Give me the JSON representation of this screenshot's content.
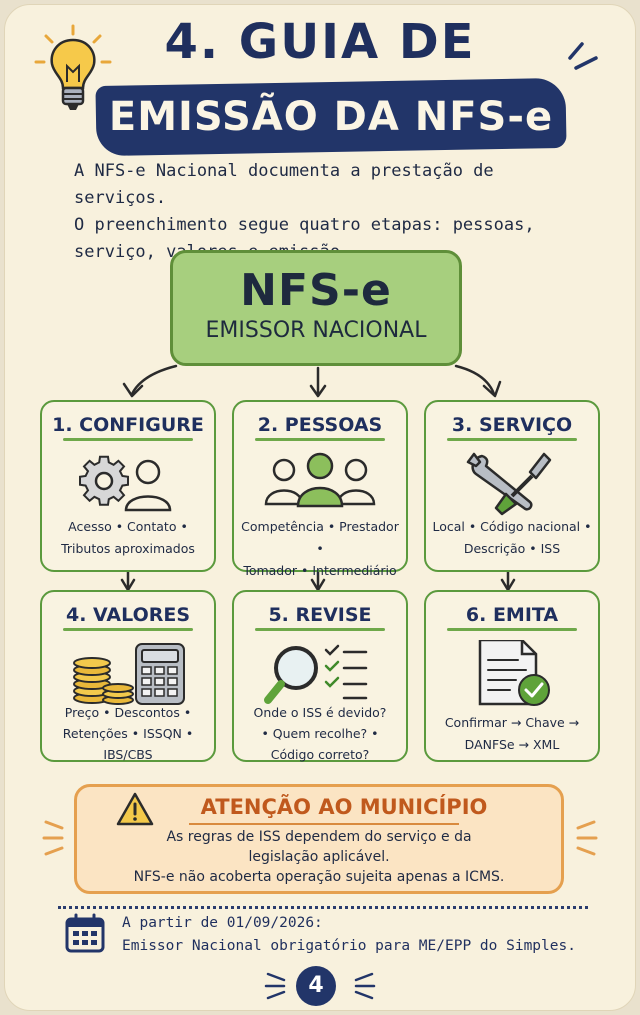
{
  "header": {
    "title_line1": "4. GUIA DE",
    "title_line2": "EMISSÃO DA NFS-e",
    "icon": "lightbulb-icon"
  },
  "intro": {
    "line1": "A NFS-e Nacional documenta a prestação de serviços.",
    "line2": "O preenchimento segue quatro etapas: pessoas,",
    "line3": "serviço, valores e emissão."
  },
  "hub": {
    "title": "NFS-e",
    "subtitle": "EMISSOR NACIONAL"
  },
  "steps": [
    {
      "title": "1. CONFIGURE",
      "icon": "gear-user-icon",
      "line1": "Acesso • Contato •",
      "line2": "Tributos aproximados"
    },
    {
      "title": "2. PESSOAS",
      "icon": "people-icon",
      "line1": "Competência • Prestador •",
      "line2": "Tomador • Intermediário"
    },
    {
      "title": "3. SERVIÇO",
      "icon": "tools-icon",
      "line1": "Local • Código nacional •",
      "line2": "Descrição • ISS"
    },
    {
      "title": "4. VALORES",
      "icon": "coins-calculator-icon",
      "line1": "Preço • Descontos •",
      "line2": "Retenções • ISSQN •",
      "line3": "IBS/CBS"
    },
    {
      "title": "5. REVISE",
      "icon": "magnifier-checklist-icon",
      "line1": "Onde o ISS é devido?",
      "line2": "• Quem recolhe? •",
      "line3": "Código correto?"
    },
    {
      "title": "6. EMITA",
      "icon": "document-check-icon",
      "line1": "Confirmar → Chave →",
      "line2": "DANFSe → XML"
    }
  ],
  "alert": {
    "icon": "warning-icon",
    "title": "ATENÇÃO AO MUNICÍPIO",
    "line1": "As regras de ISS dependem do serviço e da",
    "line2": "legislação aplicável.",
    "line3": "NFS-e não acoberta operação sujeita apenas a ICMS."
  },
  "footer": {
    "icon": "calendar-icon",
    "line1": "A partir de 01/09/2026:",
    "line2": "Emissor Nacional obrigatório para ME/EPP do Simples.",
    "page_number": "4"
  },
  "colors": {
    "navy": "#223569",
    "green": "#5b9a3d",
    "light_green": "#a7cf7e",
    "orange": "#e5a04f",
    "paper": "#f8f1dd"
  }
}
